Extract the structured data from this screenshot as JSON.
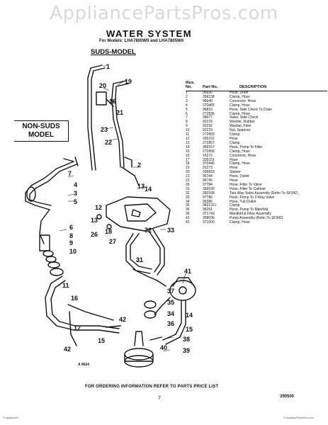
{
  "watermark": "AppliancePartsPros.com",
  "header": {
    "title": "WATER SYSTEM",
    "models": "For Models: LHA7800W0 and LHA7805W0"
  },
  "labels": {
    "suds_model": "SUDS-MODEL",
    "non_suds_model": "NON-SUDS MODEL"
  },
  "callouts": [
    "1",
    "19",
    "20",
    "16",
    "21",
    "23",
    "22",
    "2",
    "13",
    "13",
    "12",
    "14",
    "18",
    "26",
    "27",
    "32",
    "33",
    "31",
    "7",
    "4",
    "5",
    "3",
    "6",
    "8",
    "9",
    "10",
    "11",
    "16",
    "17",
    "35",
    "34",
    "36",
    "41",
    "14",
    "15",
    "38",
    "39",
    "40",
    "42",
    "42",
    "15",
    "37"
  ],
  "parts_list": {
    "col_no": "Illus. No.",
    "col_part": "Part No.",
    "col_desc": "DESCRIPTION",
    "rows": [
      {
        "no": "1",
        "part": "96656",
        "desc": "Hose, Drain"
      },
      {
        "no": "2",
        "part": "356138",
        "desc": "Clamp, Hose"
      },
      {
        "no": "3",
        "part": "95640",
        "desc": "Connector, Hose"
      },
      {
        "no": "4",
        "part": "370465",
        "desc": "Clamp, Hose"
      },
      {
        "no": "5",
        "part": "96816",
        "desc": "Hose, Side Check To Drain"
      },
      {
        "no": "6",
        "part": "272836",
        "desc": "Clamp, Hose"
      },
      {
        "no": "7",
        "part": "98677",
        "desc": "Valve, Side Check"
      },
      {
        "no": "8",
        "part": "92233",
        "desc": "Washer, Rubber"
      },
      {
        "no": "9",
        "part": "92232",
        "desc": "Washer, Fiber"
      },
      {
        "no": "10",
        "part": "92229",
        "desc": "Nut, Spanner"
      },
      {
        "no": "11",
        "part": "272859",
        "desc": "Clamp"
      },
      {
        "no": "12",
        "part": "335152",
        "desc": "Hose"
      },
      {
        "no": "13",
        "part": "272857",
        "desc": "Clamp"
      },
      {
        "no": "14",
        "part": "356167",
        "desc": "Hose, Pump To Filter"
      },
      {
        "no": "15",
        "part": "272858",
        "desc": "Clamp, Hose"
      },
      {
        "no": "16",
        "part": "16272",
        "desc": "Connector, Hose"
      },
      {
        "no": "17",
        "part": "335151",
        "desc": "Hose"
      },
      {
        "no": "18",
        "part": "370446",
        "desc": "Clamp, Hose"
      },
      {
        "no": "19",
        "part": "91273",
        "desc": "Hose"
      },
      {
        "no": "20",
        "part": "335833",
        "desc": "Stainer"
      },
      {
        "no": "21",
        "part": "96744",
        "desc": "Hose, Outlet"
      },
      {
        "no": "22",
        "part": "96746",
        "desc": "Hose"
      },
      {
        "no": "26",
        "part": "97784",
        "desc": "Hose, Filter To Valve"
      },
      {
        "no": "31",
        "part": "356530",
        "desc": "Hose, Filter To Cabinet"
      },
      {
        "no": "32",
        "part": "360168",
        "desc": "Two-Way Valve Assembly (Refer To SF342)"
      },
      {
        "no": "33",
        "part": "97786",
        "desc": "Hose, Pump To 2-Way Valve"
      },
      {
        "no": "34",
        "part": "96386",
        "desc": "Hose, Tub Outlet"
      },
      {
        "no": "35",
        "part": "9421321",
        "desc": "Clamp"
      },
      {
        "no": "36",
        "part": "96251",
        "desc": "Hose, Pump To Manifold"
      },
      {
        "no": "39",
        "part": "371743",
        "desc": "Manifold & Filter Assembly"
      },
      {
        "no": "41",
        "part": "358036",
        "desc": "Pump Assembly (Refer To SF342)"
      },
      {
        "no": "42",
        "part": "371500",
        "desc": "Clamp, Hose"
      }
    ]
  },
  "footer": {
    "ordering": "FOR ORDERING INFORMATION REFER TO PARTS PRICE LIST",
    "page": "7",
    "code_right": "390500",
    "code_left": "A 9624",
    "copyright_left": "© ApplianceP...",
    "copyright_right": "© AppliancePartsPros.com"
  }
}
